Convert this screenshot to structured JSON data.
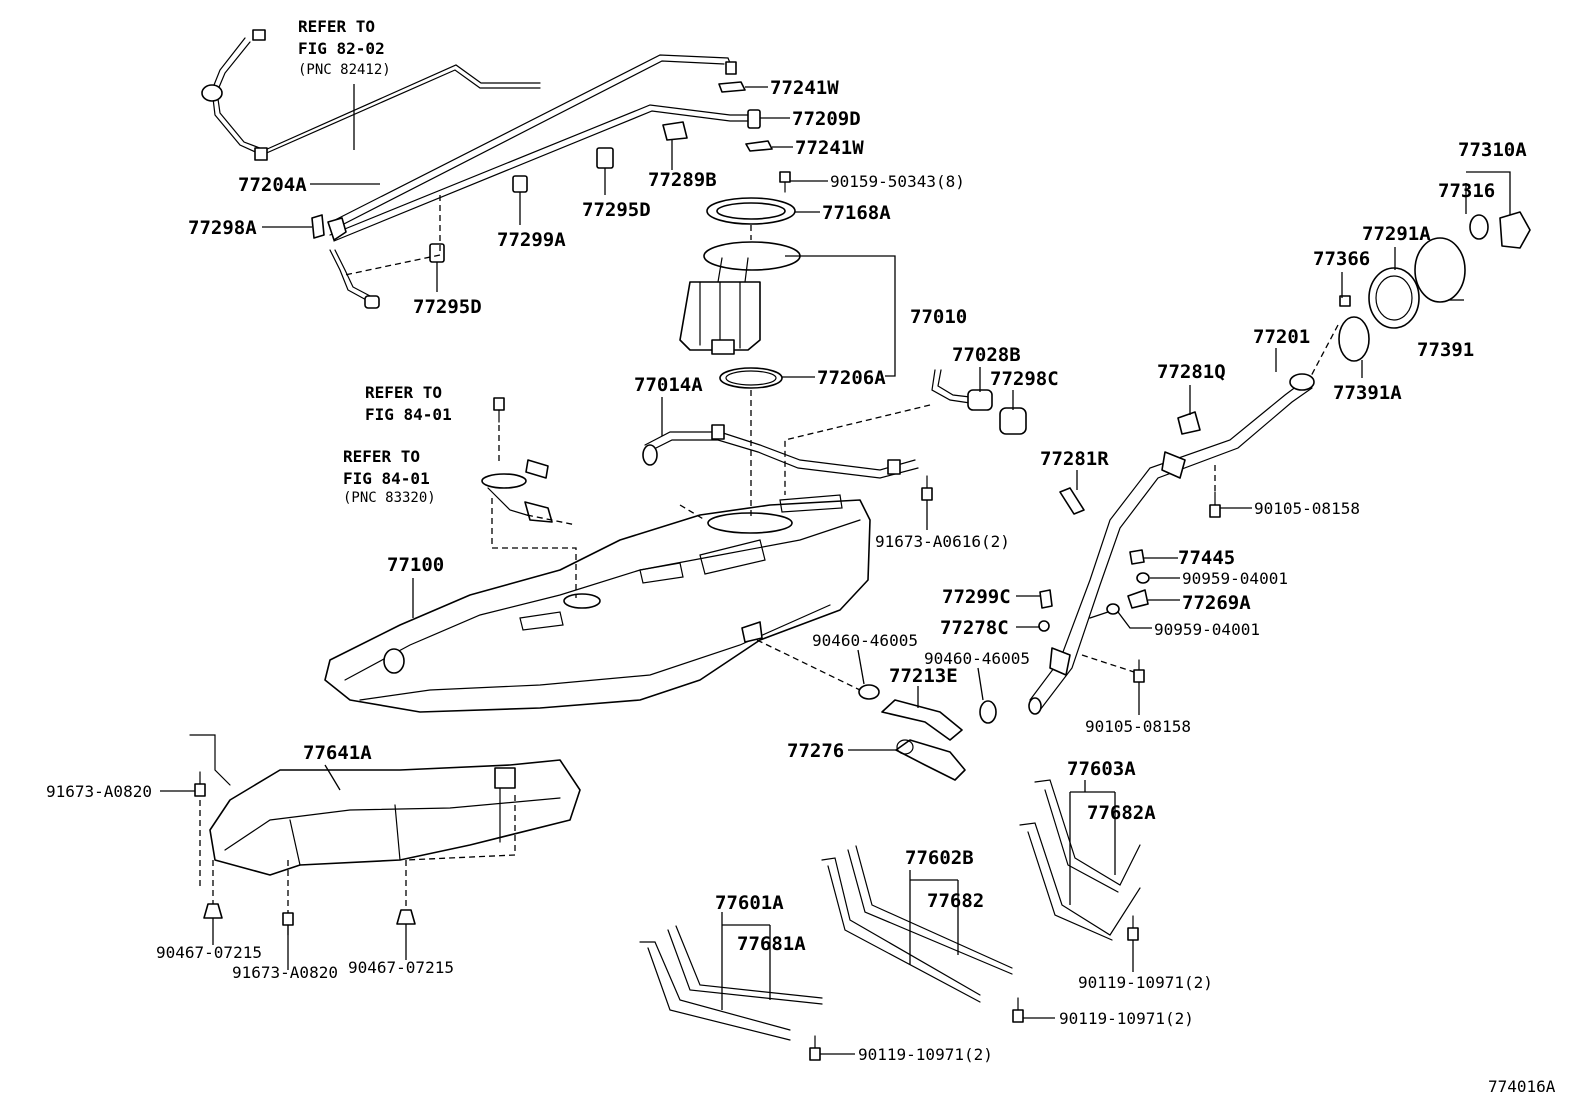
{
  "diagram": {
    "figure_id": "774016A",
    "notes": {
      "ref_82": {
        "line1": "REFER TO",
        "line2": "FIG 82-02",
        "line3": "(PNC 82412)"
      },
      "ref_84_bolt": {
        "line1": "REFER TO",
        "line2": "FIG 84-01"
      },
      "ref_84_gauge": {
        "line1": "REFER TO",
        "line2": "FIG 84-01",
        "line3": "(PNC 83320)"
      }
    },
    "callouts": {
      "c77241W_a": "77241W",
      "c77209D": "77209D",
      "c77241W_b": "77241W",
      "c77289B": "77289B",
      "c90159": "90159-50343(8)",
      "c77168A": "77168A",
      "c77204A": "77204A",
      "c77298A": "77298A",
      "c77299A": "77299A",
      "c77295D_a": "77295D",
      "c77295D_b": "77295D",
      "c77010": "77010",
      "c77206A": "77206A",
      "c77014A": "77014A",
      "c77028B": "77028B",
      "c77298C": "77298C",
      "c77281Q": "77281Q",
      "c77281R": "77281R",
      "c77201": "77201",
      "c77366": "77366",
      "c77291A": "77291A",
      "c77316": "77316",
      "c77310A": "77310A",
      "c77391": "77391",
      "c77391A": "77391A",
      "c90105_a": "90105-08158",
      "c90105_b": "90105-08158",
      "c91673_A0616": "91673-A0616(2)",
      "c77100": "77100",
      "c77445": "77445",
      "c90959_a": "90959-04001",
      "c90959_b": "90959-04001",
      "c77299C": "77299C",
      "c77269A": "77269A",
      "c77278C": "77278C",
      "c90460_a": "90460-46005",
      "c90460_b": "90460-46005",
      "c77213E": "77213E",
      "c77276": "77276",
      "c77641A": "77641A",
      "c91673_A0820_a": "91673-A0820",
      "c91673_A0820_b": "91673-A0820",
      "c90467_a": "90467-07215",
      "c90467_b": "90467-07215",
      "c77603A": "77603A",
      "c77682A": "77682A",
      "c77602B": "77602B",
      "c77682": "77682",
      "c77601A": "77601A",
      "c77681A": "77681A",
      "c90119_a": "90119-10971(2)",
      "c90119_b": "90119-10971(2)",
      "c90119_c": "90119-10971(2)"
    }
  }
}
